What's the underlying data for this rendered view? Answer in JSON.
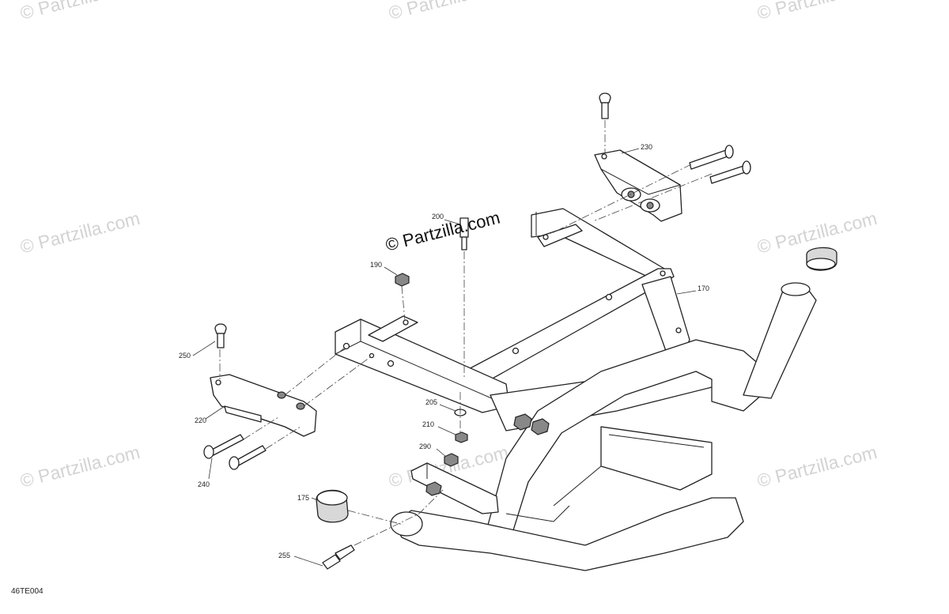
{
  "watermark": {
    "text": "© Partzilla.com",
    "center_text": "© Partzilla.com",
    "color": "#d3d3d3"
  },
  "figure_code": "46TE004",
  "callouts": {
    "c170": "170",
    "c175": "175",
    "c190": "190",
    "c200": "200",
    "c205": "205",
    "c210": "210",
    "c220": "220",
    "c230": "230",
    "c240": "240",
    "c250": "250",
    "c255": "255",
    "c290": "290"
  }
}
